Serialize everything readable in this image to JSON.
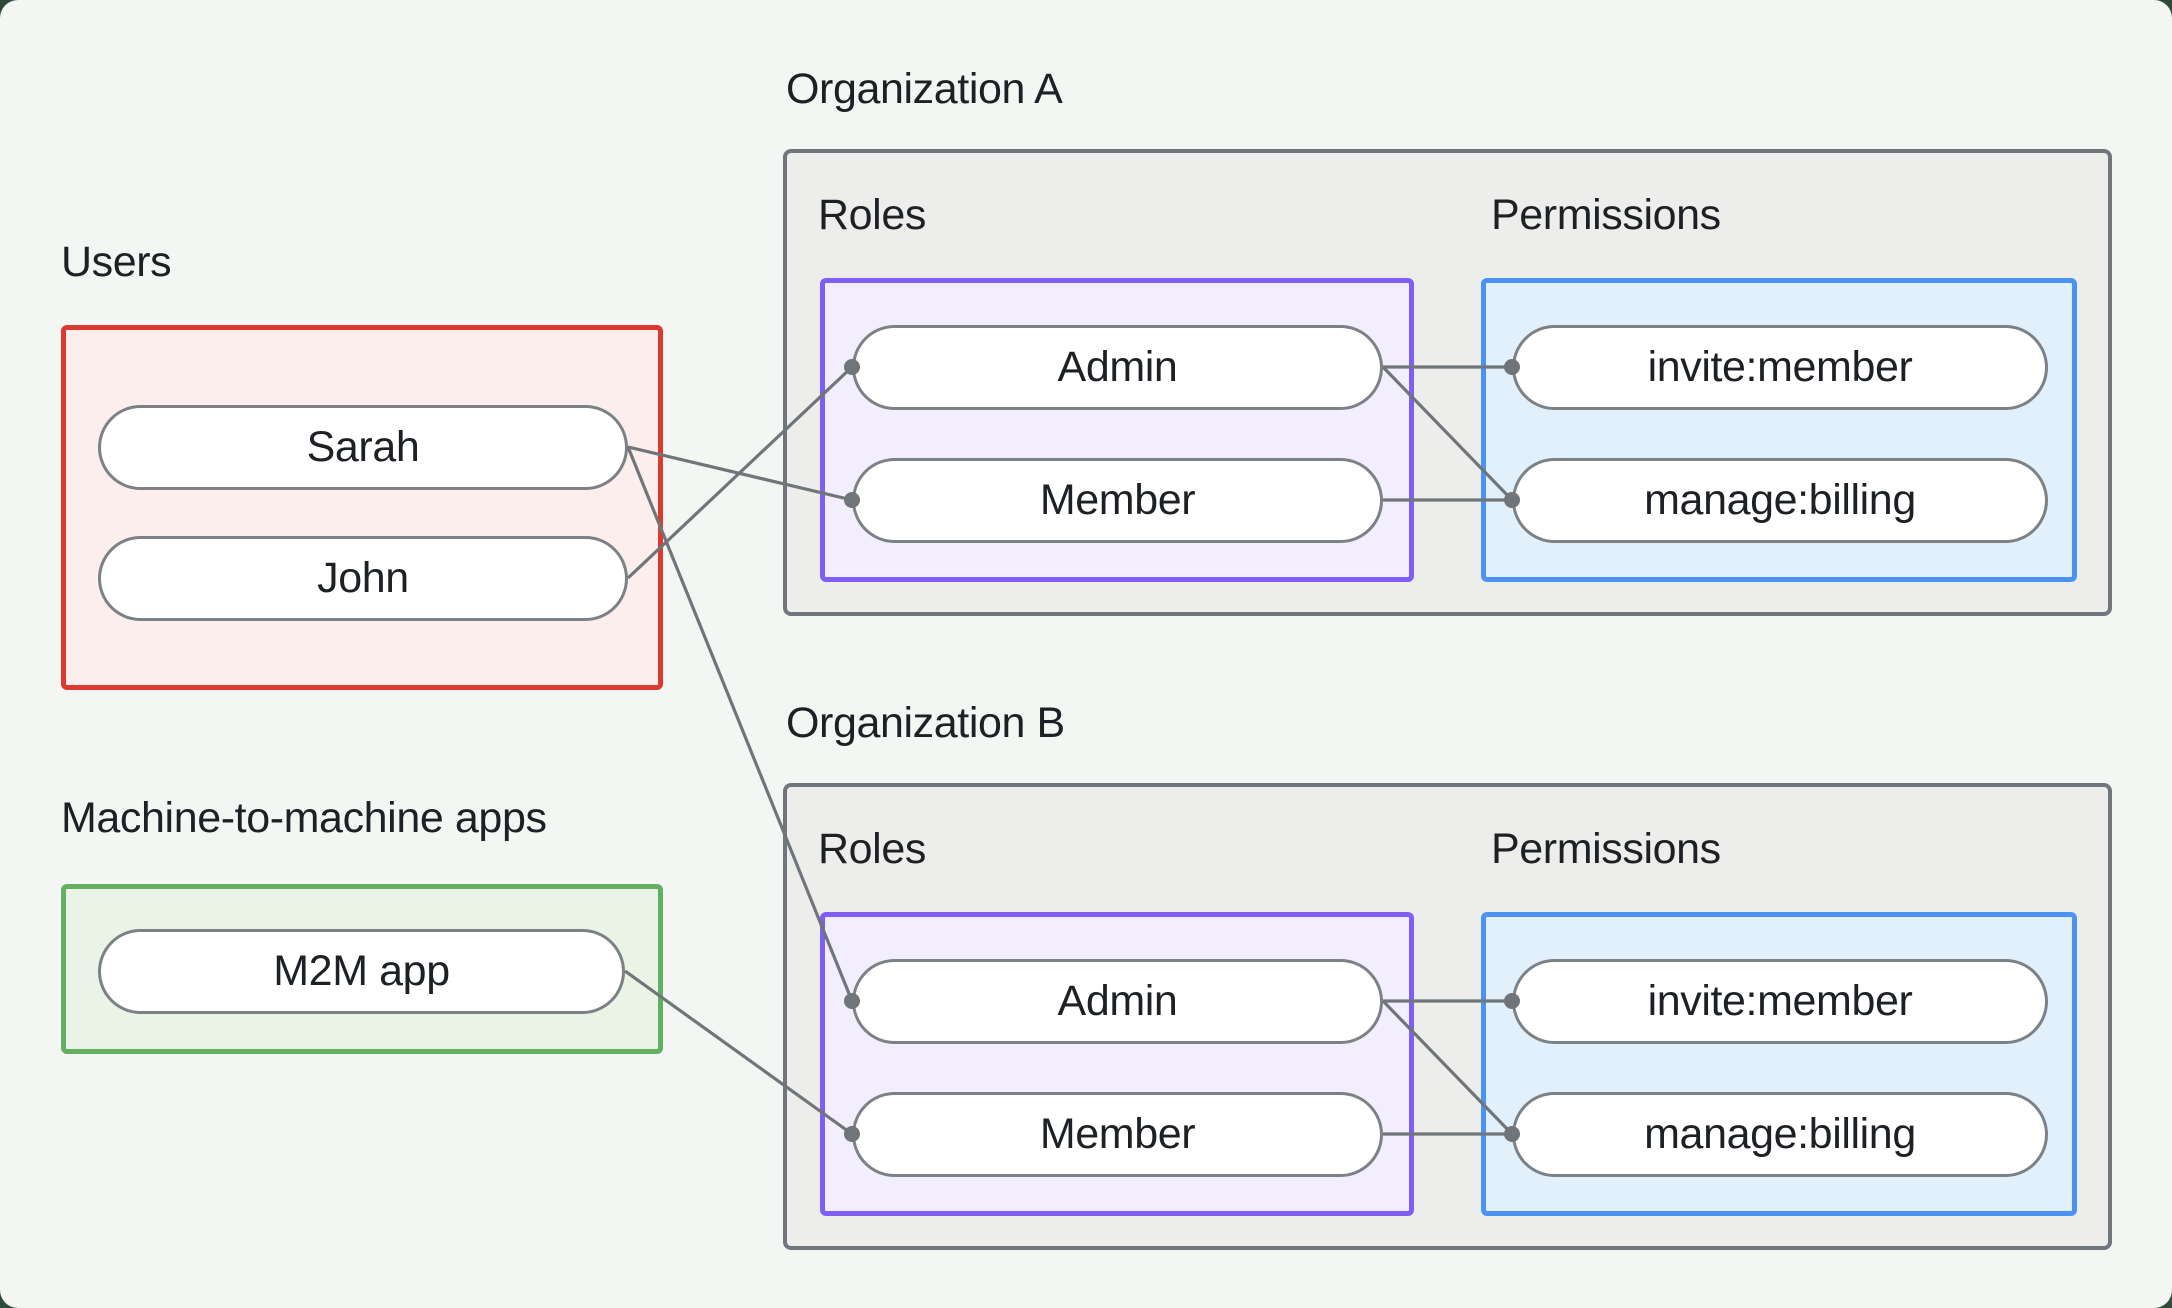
{
  "canvas": {
    "background_color": "#f4f6f4",
    "outside_background_color": "#2e4b3a",
    "text_color": "#1d2125",
    "edge_color": "#70757a"
  },
  "users_section": {
    "title": "Users",
    "border_color": "#dc3a30",
    "fill_color": "#fceeec",
    "items": [
      "Sarah",
      "John"
    ]
  },
  "m2m_section": {
    "title": "Machine-to-machine apps",
    "border_color": "#63b063",
    "fill_color": "#e9f4e7",
    "items": [
      "M2M app"
    ]
  },
  "organizations": [
    {
      "title": "Organization A",
      "roles_label": "Roles",
      "permissions_label": "Permissions",
      "roles": [
        "Admin",
        "Member"
      ],
      "permissions": [
        "invite:member",
        "manage:billing"
      ],
      "roles_border_color": "#7e5ef6",
      "roles_fill_color": "#f3eefe",
      "permissions_border_color": "#4b93f2",
      "permissions_fill_color": "#e2f0fc",
      "org_border_color": "#70767b",
      "org_fill_color": "#ededec"
    },
    {
      "title": "Organization B",
      "roles_label": "Roles",
      "permissions_label": "Permissions",
      "roles": [
        "Admin",
        "Member"
      ],
      "permissions": [
        "invite:member",
        "manage:billing"
      ],
      "roles_border_color": "#7e5ef6",
      "roles_fill_color": "#f3eefe",
      "permissions_border_color": "#4b93f2",
      "permissions_fill_color": "#e2f0fc",
      "org_border_color": "#70767b",
      "org_fill_color": "#ededec"
    }
  ],
  "connections": [
    {
      "from": "Sarah",
      "to": "Organization A / Member"
    },
    {
      "from": "John",
      "to": "Organization A / Admin"
    },
    {
      "from": "Sarah",
      "to": "Organization B / Admin"
    },
    {
      "from": "M2M app",
      "to": "Organization B / Member"
    },
    {
      "from": "Organization A / Admin",
      "to": "Organization A / invite:member"
    },
    {
      "from": "Organization A / Admin",
      "to": "Organization A / manage:billing"
    },
    {
      "from": "Organization A / Member",
      "to": "Organization A / manage:billing"
    },
    {
      "from": "Organization B / Admin",
      "to": "Organization B / invite:member"
    },
    {
      "from": "Organization B / Admin",
      "to": "Organization B / manage:billing"
    },
    {
      "from": "Organization B / Member",
      "to": "Organization B / manage:billing"
    }
  ]
}
